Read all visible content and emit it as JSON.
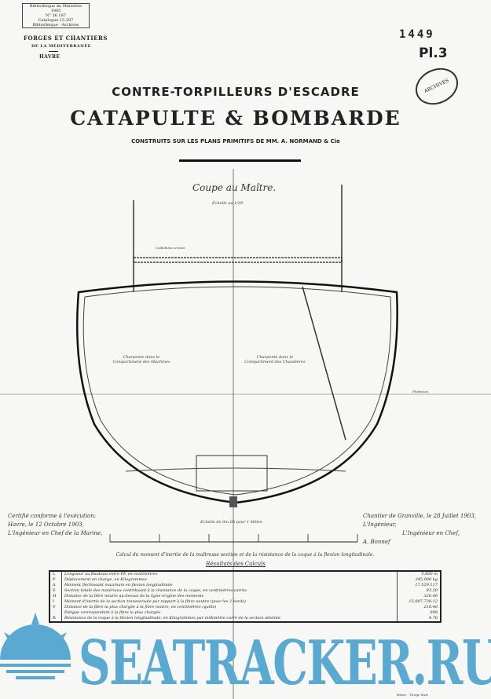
{
  "stamp": {
    "lines": [
      "Bibliothèque du Ministère",
      "1905",
      "N° 36.187",
      "Catalogue 15.207",
      "Bibliothèque · Archives"
    ]
  },
  "builder": {
    "name": "FORGES ET CHANTIERS",
    "region": "DE LA MÉDITERRANÉE",
    "city": "HAVRE"
  },
  "sheet": {
    "number": "1449",
    "plate": "Pl.3",
    "archive_stamp": "ARCHIVES"
  },
  "title": {
    "line1": "CONTRE-TORPILLEURS D'ESCADRE",
    "line2": "CATAPULTE & BOMBARDE",
    "line3": "CONSTRUITS SUR LES PLANS PRIMITIFS DE MM. A. NORMAND & Cie"
  },
  "drawing": {
    "title": "Coupe au Maître.",
    "scale": "Échelle au 1/20",
    "left_compartment": "Charpente dans le Compartiment des Machines",
    "right_compartment": "Charpente dans le Compartiment des Chaudières",
    "deck_label": "Caillebotis en bois",
    "waterline": "Flottaison"
  },
  "scale_bar": {
    "label": "Échelle de 0m,05 pour 1 Mètre"
  },
  "left_signature": {
    "lines": [
      "Certifié conforme à l'exécution:",
      "Havre, le 12 Octobre 1903,",
      "L'Ingénieur en Chef de la Marine,"
    ]
  },
  "right_signature": {
    "lines": [
      "Chantier de Granville, le 28 Juillet 1903,",
      "L'Ingénieur,",
      "L'Ingénieur en Chef,",
      "A. Bonnef"
    ]
  },
  "calc": {
    "heading": "Calcul du moment d'inertie de la maîtresse section et de la résistance de la coque à la flexion longitudinale.",
    "subheading": "Résultats des Calculs",
    "rows": [
      {
        "sym": "L",
        "text": "Longueur au Bauteau entre PP, en centimètres",
        "value": "5.800 m"
      },
      {
        "sym": "P",
        "text": "Déplacement en charge, en Kilogrammes",
        "value": "345.000 kg"
      },
      {
        "sym": "Δ",
        "text": "Moment fléchissant maximum en flexion longitudinale",
        "value": "17.529.117"
      },
      {
        "sym": "E",
        "text": "Section totale des matériaux contribuant à la résistance de la coque, en centimètres carrés",
        "value": "83.20"
      },
      {
        "sym": "H",
        "text": "Distance de la fibre neutre au-dessus de la ligne origine des moments",
        "value": "326.46"
      },
      {
        "sym": "I",
        "text": "Moment d'inertie de la section transversale par rapport à la fibre neutre (pour les 2 bords)",
        "value": "15.097.738.12"
      },
      {
        "sym": "V",
        "text": "Distance de la fibre la plus chargée à la fibre neutre, en centimètres (quille)",
        "value": "216.48"
      },
      {
        "sym": "",
        "text": "Fatigue correspondant à la fibre la plus chargée",
        "value": "898"
      },
      {
        "sym": "R",
        "text": "Résistance de la coque à la flexion longitudinale, en Kilogrammes par millimètre carré de la section atteinte",
        "value": "4.76"
      }
    ]
  },
  "footer": {
    "note": "Havre · Tirage lavis"
  },
  "watermark": {
    "text": "SEATRACKER.RU",
    "color": "#5aa9d0"
  }
}
